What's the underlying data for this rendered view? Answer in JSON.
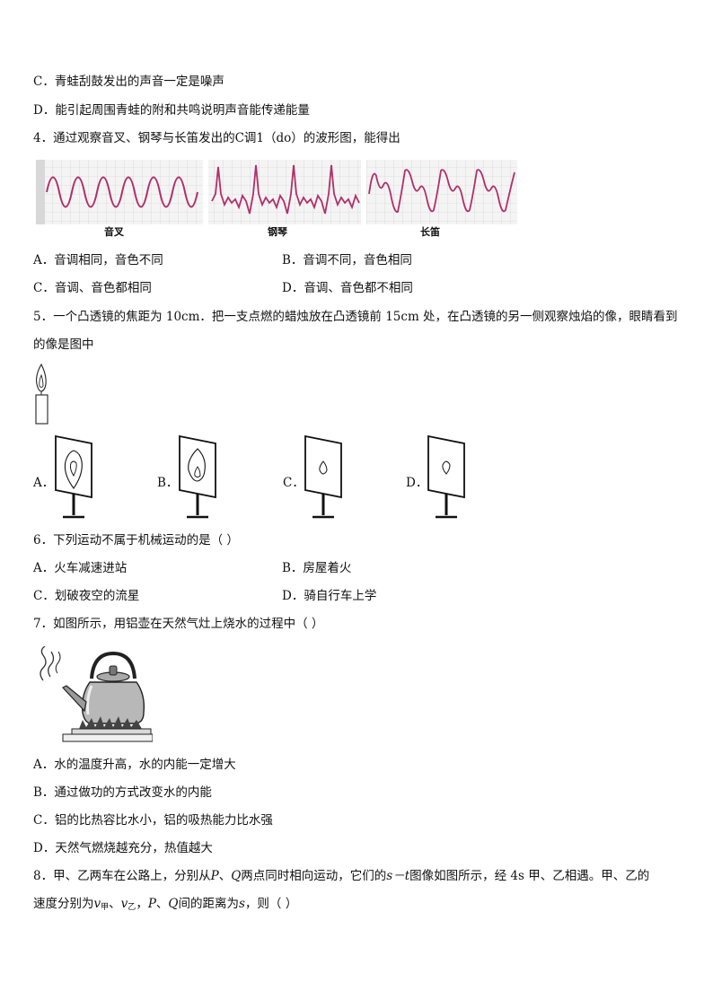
{
  "q3_options": {
    "C": "C．青蛙刮鼓发出的声音一定是噪声",
    "D": "D．能引起周围青蛙的附和共鸣说明声音能传递能量"
  },
  "q4": {
    "stem": "4．通过观察音叉、钢琴与长笛发出的C调1（do）的波形图，能得出",
    "wave_labels": [
      "音叉",
      "钢琴",
      "长笛"
    ],
    "options": {
      "A": "A．音调相同，音色不同",
      "B": "B．音调不同，音色相同",
      "C": "C．音调、音色都相同",
      "D": "D．音调、音色都不相同"
    }
  },
  "q5": {
    "stem_line1": "5．一个凸透镜的焦距为 10cm．把一支点燃的蜡烛放在凸透镜前 15cm 处，在凸透镜的另一侧观察烛焰的像，眼睛看到",
    "stem_line2": "的像是图中",
    "candidate_labels": [
      "A．",
      "B．",
      "C．",
      "D．"
    ]
  },
  "q6": {
    "stem": "6．下列运动不属于机械运动的是（    ）",
    "options": {
      "A": "A．火车减速进站",
      "B": "B．房屋着火",
      "C": "C．划破夜空的流星",
      "D": "D．骑自行车上学"
    }
  },
  "q7": {
    "stem": "7．如图所示，用铝壶在天然气灶上烧水的过程中（        ）",
    "options": {
      "A": "A．水的温度升高，水的内能一定增大",
      "B": "B．通过做功的方式改变水的内能",
      "C": "C．铝的比热容比水小，铝的吸热能力比水强",
      "D": "D．天然气燃烧越充分，热值越大"
    }
  },
  "q8": {
    "line1_a": "8．甲、乙两车在公路上，分别从",
    "P": "P",
    "sep": "、",
    "Q": "Q",
    "line1_b": "两点同时相向运动，它们的",
    "st": "s－t",
    "line1_c": "图像如图所示，经 4s 甲、乙相遇。甲、乙的",
    "line2_a": "速度分别为",
    "v": "v",
    "sub_jia": "甲",
    "sep2": "、",
    "sub_yi": "乙",
    "line2_b": "，",
    "line2_c": "间的距离为",
    "s": "s",
    "line2_d": "，则（        ）"
  }
}
